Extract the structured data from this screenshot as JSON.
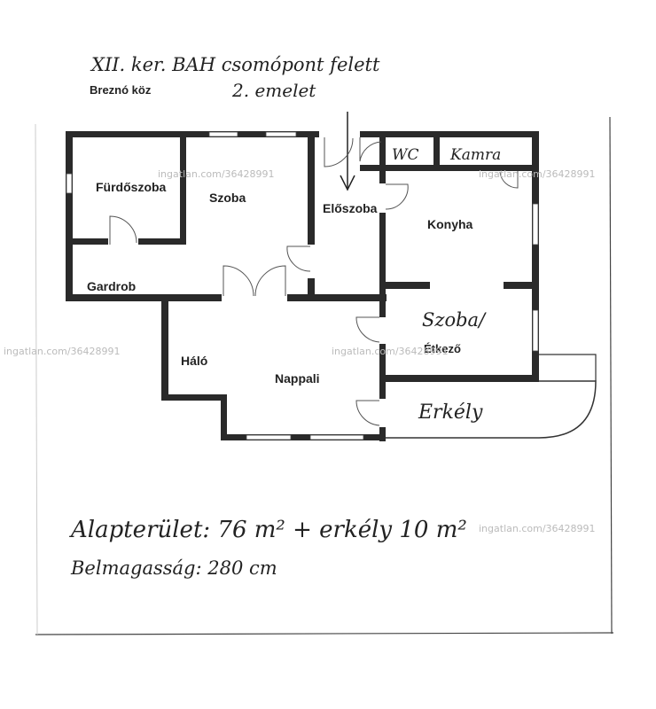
{
  "header": {
    "line1": "XII. ker. BAH csomópont felett",
    "street": "Breznó köz",
    "floor": "2. emelet"
  },
  "rooms": {
    "furdoszoba": "Fürdőszoba",
    "szoba": "Szoba",
    "eloszoba": "Előszoba",
    "wc": "WC",
    "kamra": "Kamra",
    "konyha": "Konyha",
    "gardrob": "Gardrob",
    "szoba_etkezo_1": "Szoba/",
    "szoba_etkezo_2": "Étkező",
    "halo": "Háló",
    "nappali": "Nappali",
    "erkely": "Erkély"
  },
  "footer": {
    "area": "Alapterület: 76 m² + erkély 10 m²",
    "height": "Belmagasság: 280 cm"
  },
  "watermark": "ingatlan.com/36428991",
  "colors": {
    "ink": "#2a2a2a",
    "paper": "#ffffff",
    "watermark": "#bbbbbb"
  }
}
